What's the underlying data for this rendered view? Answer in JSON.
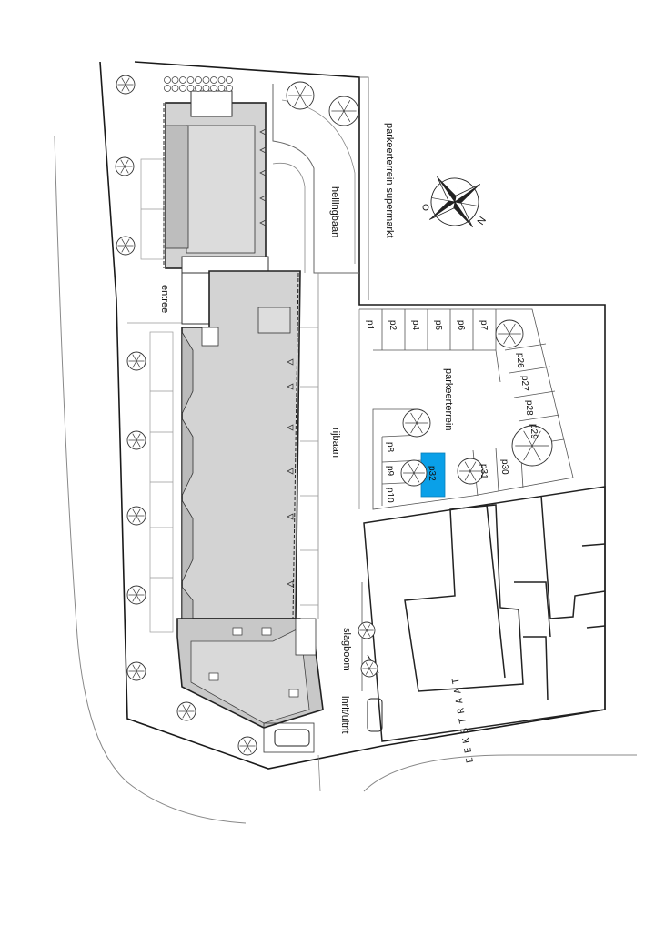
{
  "labels": {
    "supermarket": "parkeerterrein  supermarkt",
    "ramp": "hellingbaan",
    "entrance": "entree",
    "drive": "rijbaan",
    "parking": "parkeerterrein",
    "barrier": "slagboom",
    "inout": "inrit/uitrit",
    "street": "EEKSTRAAT"
  },
  "parking_spots": {
    "top_row": [
      "p1",
      "p2",
      "p4",
      "p5",
      "p6",
      "p7"
    ],
    "diag_row": [
      "p26",
      "p27",
      "p28",
      "p29"
    ],
    "left_col": [
      "p8",
      "p9",
      "p10"
    ],
    "highlight": "p32",
    "right_col": [
      "p31",
      "p30"
    ]
  },
  "compass_label": "N",
  "colors": {
    "highlight": "#0aa0e8",
    "building": "#d3d3d3",
    "line": "#1a1a1a"
  }
}
